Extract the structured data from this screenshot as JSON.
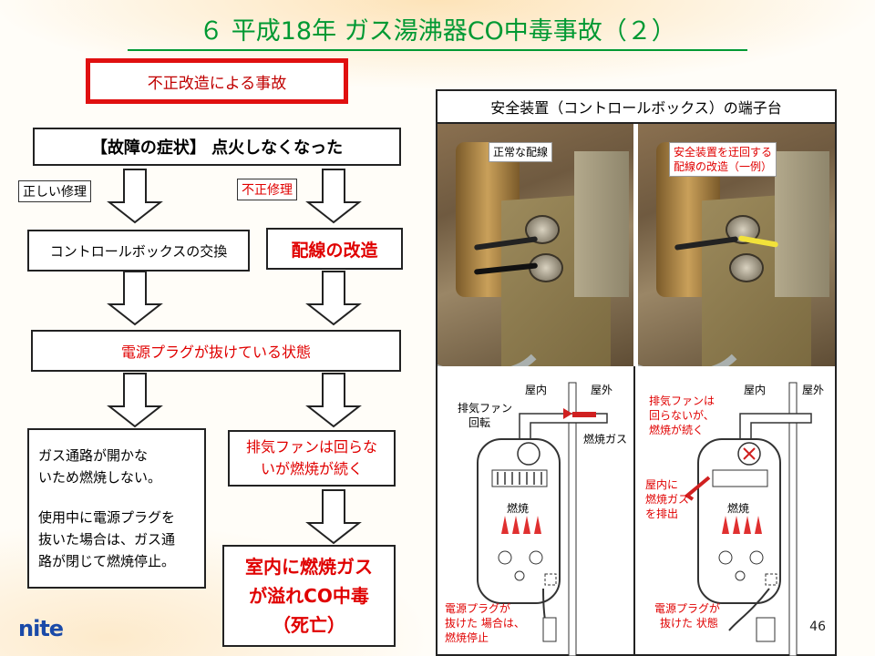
{
  "title": "６ 平成18年 ガス湯沸器CO中毒事故（２）",
  "banner": "不正改造による事故",
  "symptom": "【故障の症状】 点火しなくなった",
  "left_flow": {
    "label": "正しい修理",
    "step1": "コントロールボックスの交換",
    "result_line1": "ガス通路が開かな",
    "result_line2": "いため燃焼しない。",
    "result_line3": "使用中に電源プラグを",
    "result_line4": "抜いた場合は、ガス通",
    "result_line5": "路が閉じて燃焼停止。"
  },
  "right_flow": {
    "label": "不正修理",
    "step1": "配線の改造",
    "step3_line1": "排気ファンは回らな",
    "step3_line2": "いが燃焼が続く",
    "result_line1": "室内に燃焼ガス",
    "result_line2": "が溢れCO中毒",
    "result_line3": "（死亡）"
  },
  "shared_step": "電源プラグが抜けている状態",
  "panel": {
    "title": "安全装置（コントロールボックス）の端子台",
    "photo_left_note": "正常な配線",
    "photo_right_note_line1": "安全装置を迂回する",
    "photo_right_note_line2": "配線の改造（一例）"
  },
  "diagram_left": {
    "indoor": "屋内",
    "outdoor": "屋外",
    "fan_line1": "排気ファン",
    "fan_line2": "回転",
    "exhaust": "燃焼ガス",
    "burn": "燃焼",
    "note_line1": "電源プラグが",
    "note_line2": "抜けた 場合は、",
    "note_line3": "燃焼停止"
  },
  "diagram_right": {
    "indoor": "屋内",
    "outdoor": "屋外",
    "fan_line1": "排気ファンは",
    "fan_line2": "回らないが、",
    "fan_line3": "燃焼が続く",
    "leak_line1": "屋内に",
    "leak_line2": "燃焼ガス",
    "leak_line3": "を排出",
    "burn": "燃焼",
    "note_line1": "電源プラグが",
    "note_line2": "抜けた 状態"
  },
  "page_number": "46",
  "logo": "nite",
  "colors": {
    "title": "#009933",
    "alert": "#e00000",
    "logo": "#1a4aa8"
  }
}
